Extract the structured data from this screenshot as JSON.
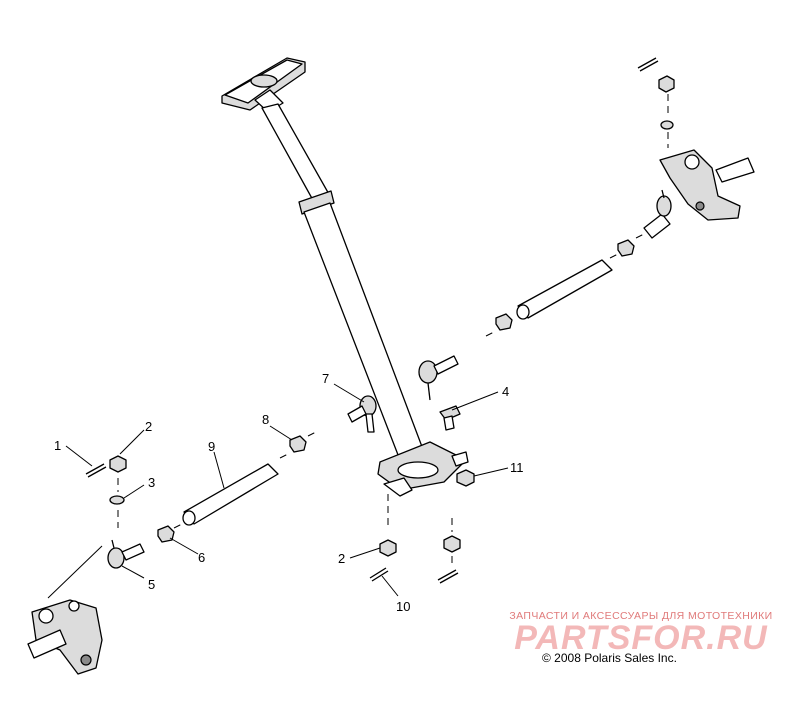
{
  "callouts": [
    "1",
    "2",
    "3",
    "4",
    "5",
    "6",
    "7",
    "8",
    "9",
    "10",
    "11",
    "2"
  ],
  "watermark": {
    "tagline": "ЗАПЧАСТИ И АКСЕССУАРЫ ДЛЯ МОТОТЕХНИКИ",
    "logo_text": "PARTSFOR.RU"
  },
  "copyright": "© 2008 Polaris Sales Inc."
}
